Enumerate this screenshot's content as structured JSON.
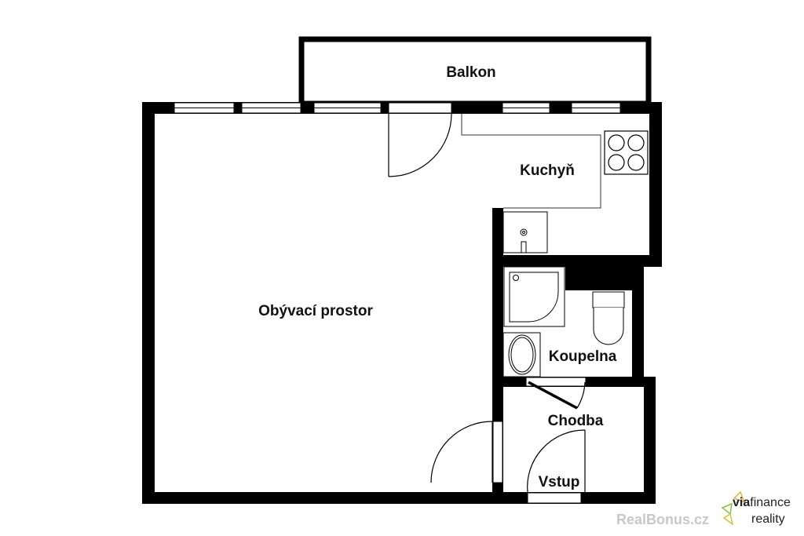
{
  "rooms": {
    "balkon": "Balkon",
    "kuchyn": "Kuchyň",
    "obyvaci": "Obývací prostor",
    "koupelna": "Koupelna",
    "chodba": "Chodba",
    "vstup": "Vstup"
  },
  "logo": {
    "via": "via",
    "finance": "finance",
    "reality": "reality",
    "watermark": "RealBonus.cz"
  }
}
